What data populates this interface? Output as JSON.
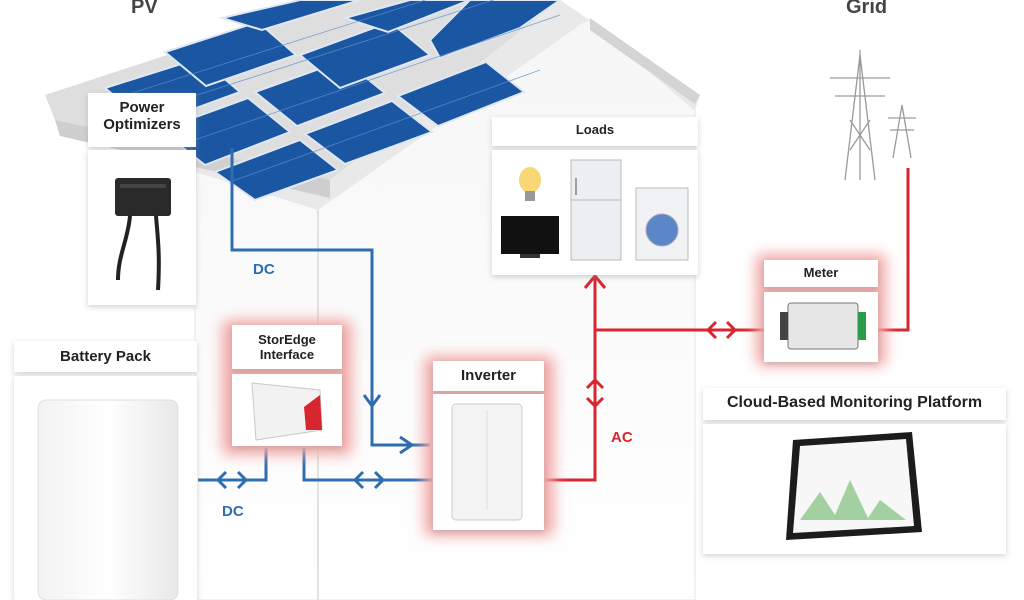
{
  "headings": {
    "pv": "PV",
    "grid": "Grid"
  },
  "components": {
    "power_optimizers": "Power\nOptimizers",
    "loads": "Loads",
    "meter": "Meter",
    "battery_pack": "Battery Pack",
    "storedge_interface": "StorEdge\nInterface",
    "inverter": "Inverter",
    "monitoring": "Cloud-Based Monitoring Platform"
  },
  "flows": {
    "dc_top": "DC",
    "dc_bottom": "DC",
    "ac": "AC"
  },
  "colors": {
    "dc_line": "#2e6eb0",
    "ac_line": "#d7262f",
    "glow": "#f3a7a7",
    "panel": "#1b56a3"
  }
}
